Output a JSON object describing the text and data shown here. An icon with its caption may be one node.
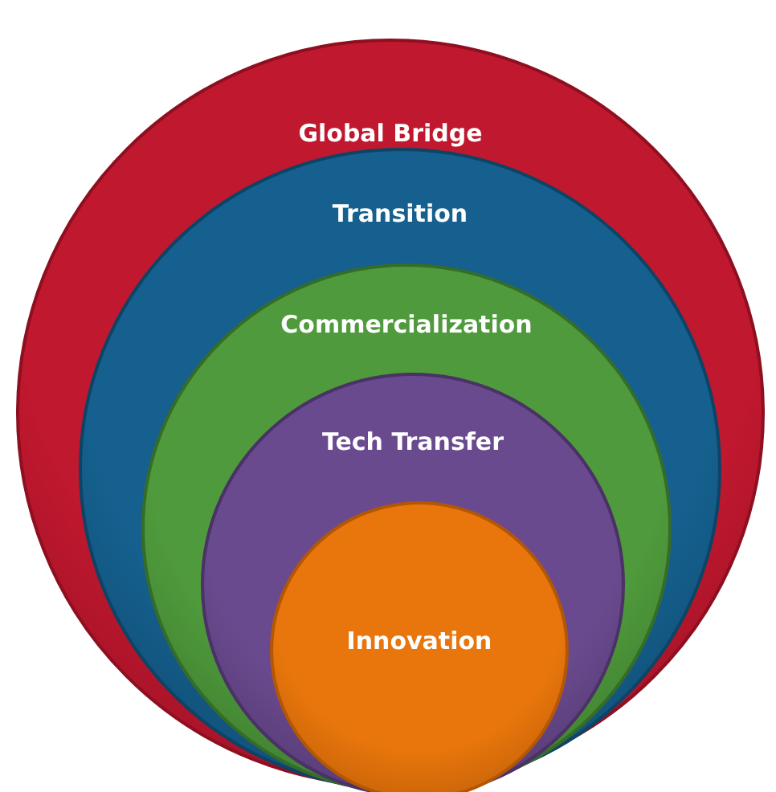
{
  "diagram": {
    "nodes": [
      {
        "text": [
          "Global Bridge"
        ]
      },
      {
        "text": [
          "Transition"
        ],
        "in": 0
      },
      {
        "text": [
          "Commercialization"
        ],
        "in": 1
      },
      {
        "text": [
          "Tech Transfer"
        ],
        "in": 2
      },
      {
        "text": [
          "Innovation"
        ],
        "in": 3
      }
    ]
  }
}
